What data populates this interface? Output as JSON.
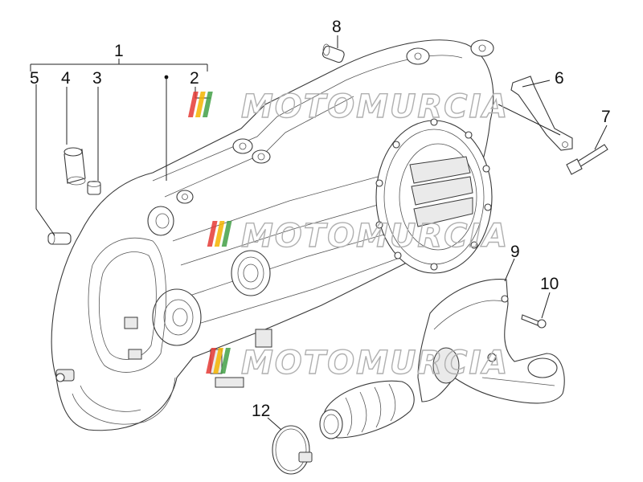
{
  "callouts": {
    "c1": "1",
    "c2": "2",
    "c3": "3",
    "c4": "4",
    "c5": "5",
    "c6": "6",
    "c7": "7",
    "c8": "8",
    "c9": "9",
    "c10": "10",
    "c12": "12"
  },
  "watermark": {
    "text": "MOTOMURCIA",
    "stripe_colors": [
      "#e53935",
      "#f4b400",
      "#43a047"
    ],
    "text_color": "#b0b0b0"
  }
}
